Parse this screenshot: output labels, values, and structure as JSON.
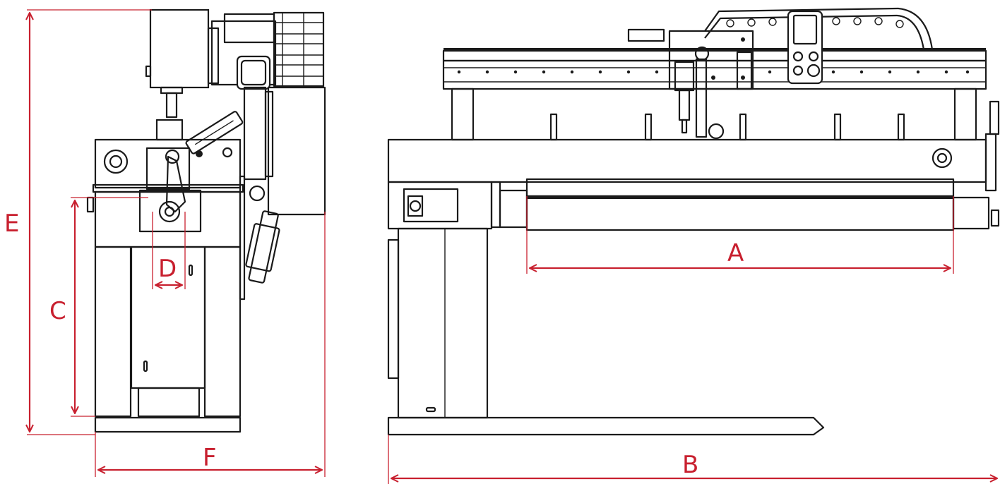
{
  "colors": {
    "dimension": "#c8202f",
    "drawing": "#1a1a1a",
    "background": "#ffffff"
  },
  "dimensions": {
    "a": "A",
    "b": "B",
    "c": "C",
    "d": "D",
    "e": "E",
    "f": "F"
  }
}
